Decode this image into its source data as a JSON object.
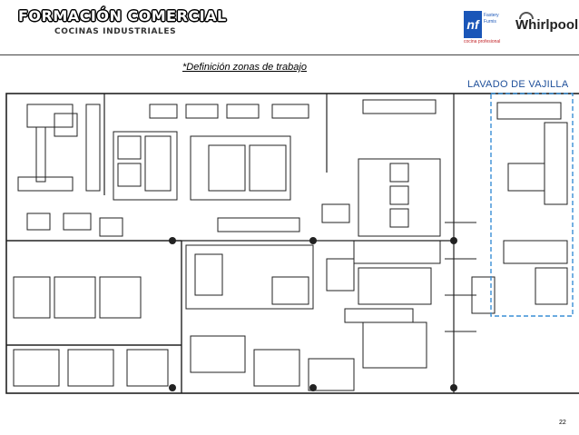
{
  "header": {
    "brand_title": "FORMACIÓN COMERCIAL",
    "brand_subtitle": "COCINAS INDUSTRIALES",
    "logos": {
      "partner_mark": "nf",
      "partner_name_line1": "Fastery",
      "partner_name_line2": "Furnis",
      "partner_tagline": "cocina profesional",
      "sponsor": "Whirlpool"
    }
  },
  "slide": {
    "section_title": "*Definición zonas de trabajo",
    "highlight_label": "LAVADO DE  VAJILLA",
    "page_number": "22"
  },
  "colors": {
    "highlight_blue": "#1e4f9a",
    "dashed_box": "#3a8fd6",
    "plan_line": "#222222",
    "partner_blue": "#1a56b8",
    "partner_red": "#c3252a"
  }
}
